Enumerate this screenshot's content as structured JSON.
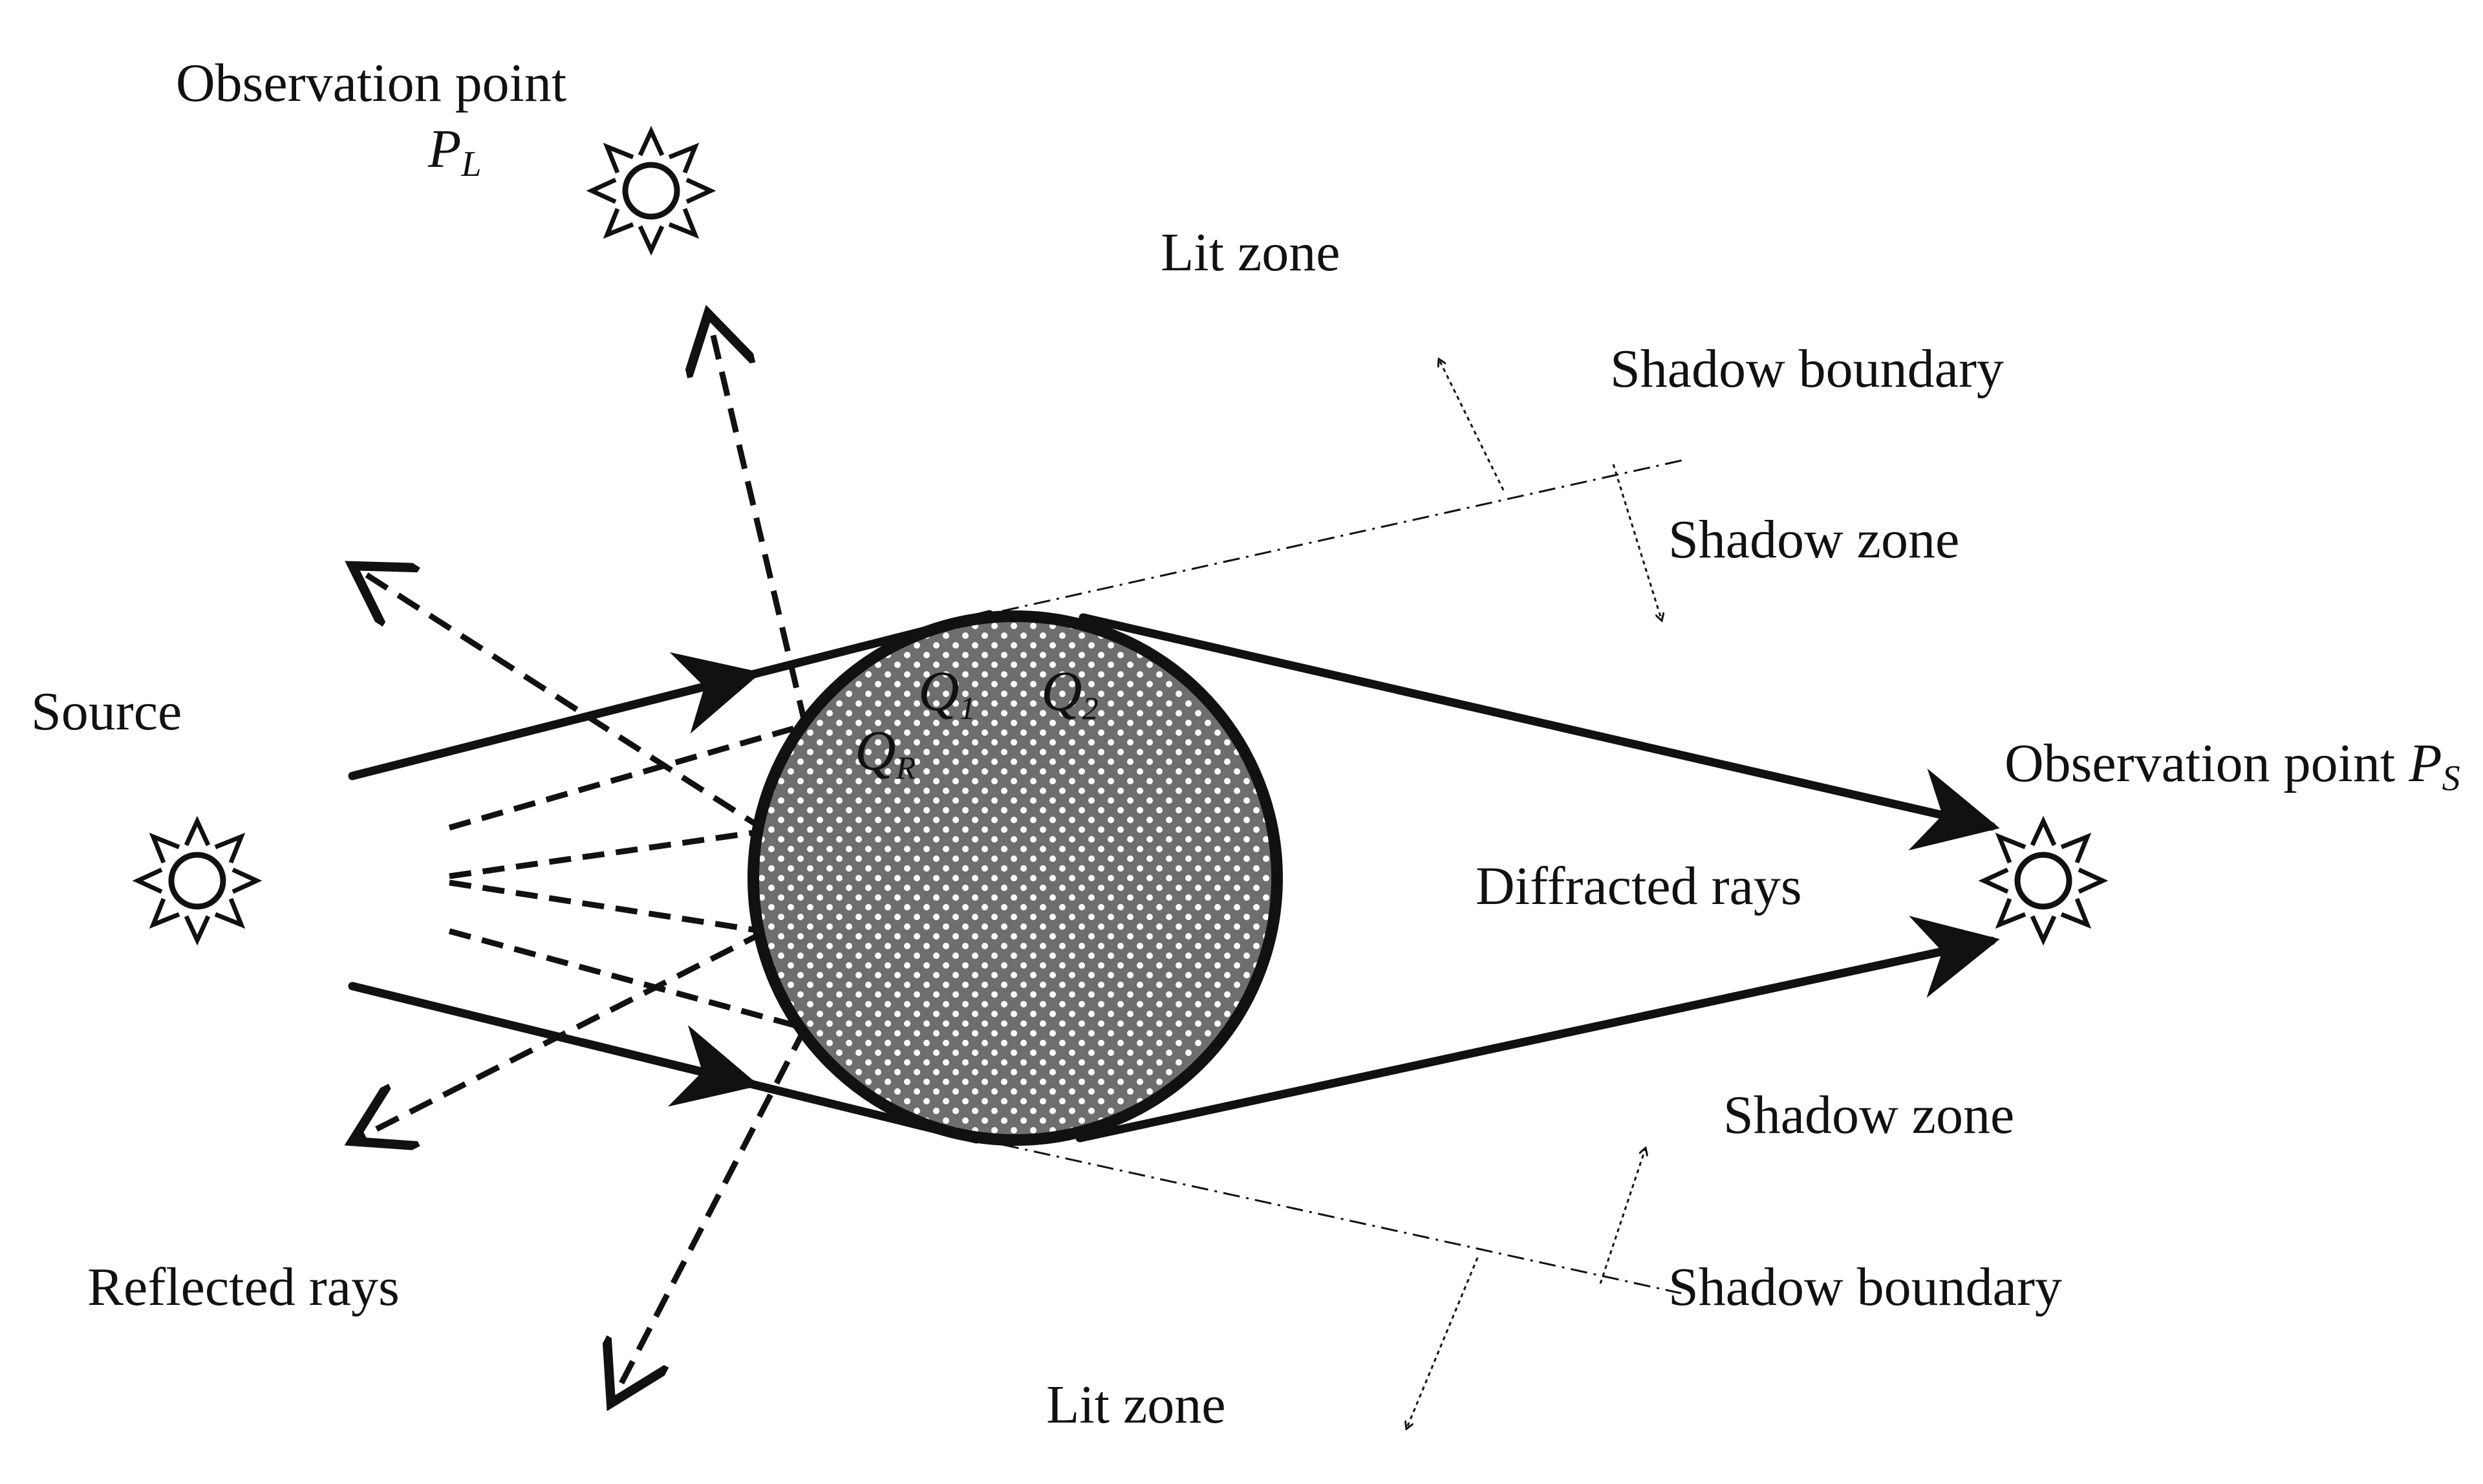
{
  "labels": {
    "observation_point_upper": "Observation point",
    "observation_point_L_symbol": "P",
    "observation_point_L_sub": "L",
    "source": "Source",
    "lit_zone_top": "Lit zone",
    "shadow_boundary_top": "Shadow boundary",
    "shadow_zone_top": "Shadow zone",
    "observation_point_S": "Observation point",
    "observation_point_S_symbol": "P",
    "observation_point_S_sub": "S",
    "diffracted_rays": "Diffracted rays",
    "shadow_zone_bottom": "Shadow zone",
    "shadow_boundary_bottom": "Shadow boundary",
    "reflected_rays": "Reflected rays",
    "lit_zone_bottom": "Lit zone"
  },
  "circle_points": {
    "q1_symbol": "Q",
    "q1_sub": "1",
    "q2_symbol": "Q",
    "q2_sub": "2",
    "qr_symbol": "Q",
    "qr_sub": "R"
  },
  "icons": [
    "source-star-icon",
    "observation-point-l-star-icon",
    "observation-point-s-star-icon"
  ],
  "colors": {
    "ink": "#111111",
    "fill_pattern_bg": "#777777",
    "fill_pattern_dot": "#ffffff"
  }
}
